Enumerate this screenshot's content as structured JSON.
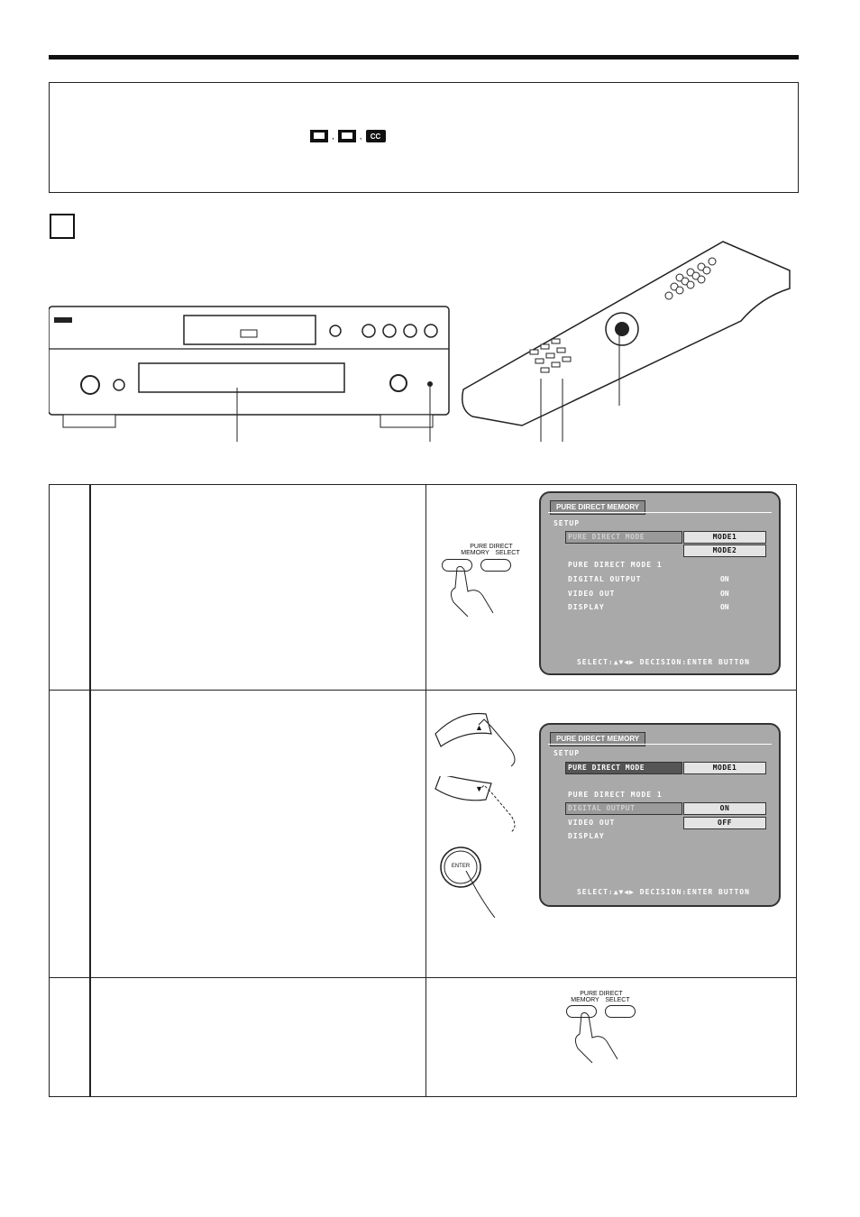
{
  "note": {
    "icon_separator": ","
  },
  "hand_button": {
    "group_label": "PURE DIRECT",
    "memory_label": "MEMORY",
    "select_label": "SELECT"
  },
  "enter_button": {
    "label": "ENTER"
  },
  "arrow_up": "▲",
  "arrow_down": "▼",
  "osd1": {
    "tab": "PURE DIRECT MEMORY",
    "setup": "SETUP",
    "row_mode": "PURE DIRECT MODE",
    "opt1": "MODE1",
    "opt2": "MODE2",
    "mode1_header": "PURE DIRECT MODE 1",
    "digital": "DIGITAL OUTPUT",
    "video": "VIDEO OUT",
    "display": "DISPLAY",
    "v1": "ON",
    "v2": "ON",
    "v3": "ON",
    "footer": "SELECT:▲▼◀▶  DECISION:ENTER BUTTON"
  },
  "osd2": {
    "tab": "PURE DIRECT MEMORY",
    "setup": "SETUP",
    "row_mode": "PURE DIRECT MODE",
    "mode_val": "MODE1",
    "mode1_header": "PURE DIRECT MODE 1",
    "digital": "DIGITAL OUTPUT",
    "video": "VIDEO OUT",
    "display": "DISPLAY",
    "opt_on": "ON",
    "opt_off": "OFF",
    "footer": "SELECT:▲▼◀▶  DECISION:ENTER BUTTON"
  }
}
